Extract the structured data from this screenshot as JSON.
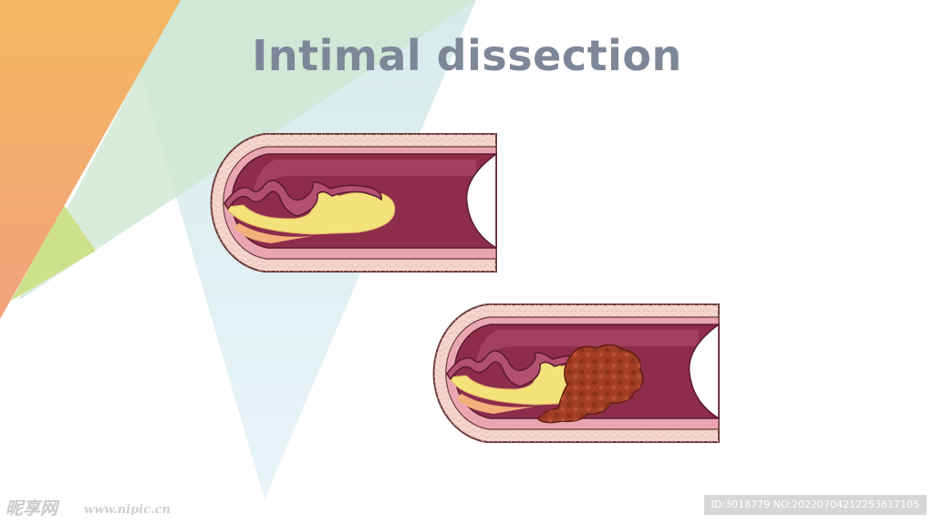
{
  "title": "Intimal dissection",
  "panels": [
    {
      "name": "dissection-vessel",
      "has_clot": false
    },
    {
      "name": "dissection-with-thrombus-vessel",
      "has_clot": true
    }
  ],
  "colors": {
    "title": "#7d8798",
    "vessel_wall": "#f5d6cf",
    "media_layer": "#e9a6b2",
    "lumen": "#8e2c4c",
    "lumen_highlight": "#b4506f",
    "plaque": "#f3e27a",
    "clot": "#a23e26"
  },
  "watermark": {
    "logo": "昵享网",
    "url": "www.nipic.cn",
    "id": "ID:3018779 NO:20220704212253617105"
  }
}
